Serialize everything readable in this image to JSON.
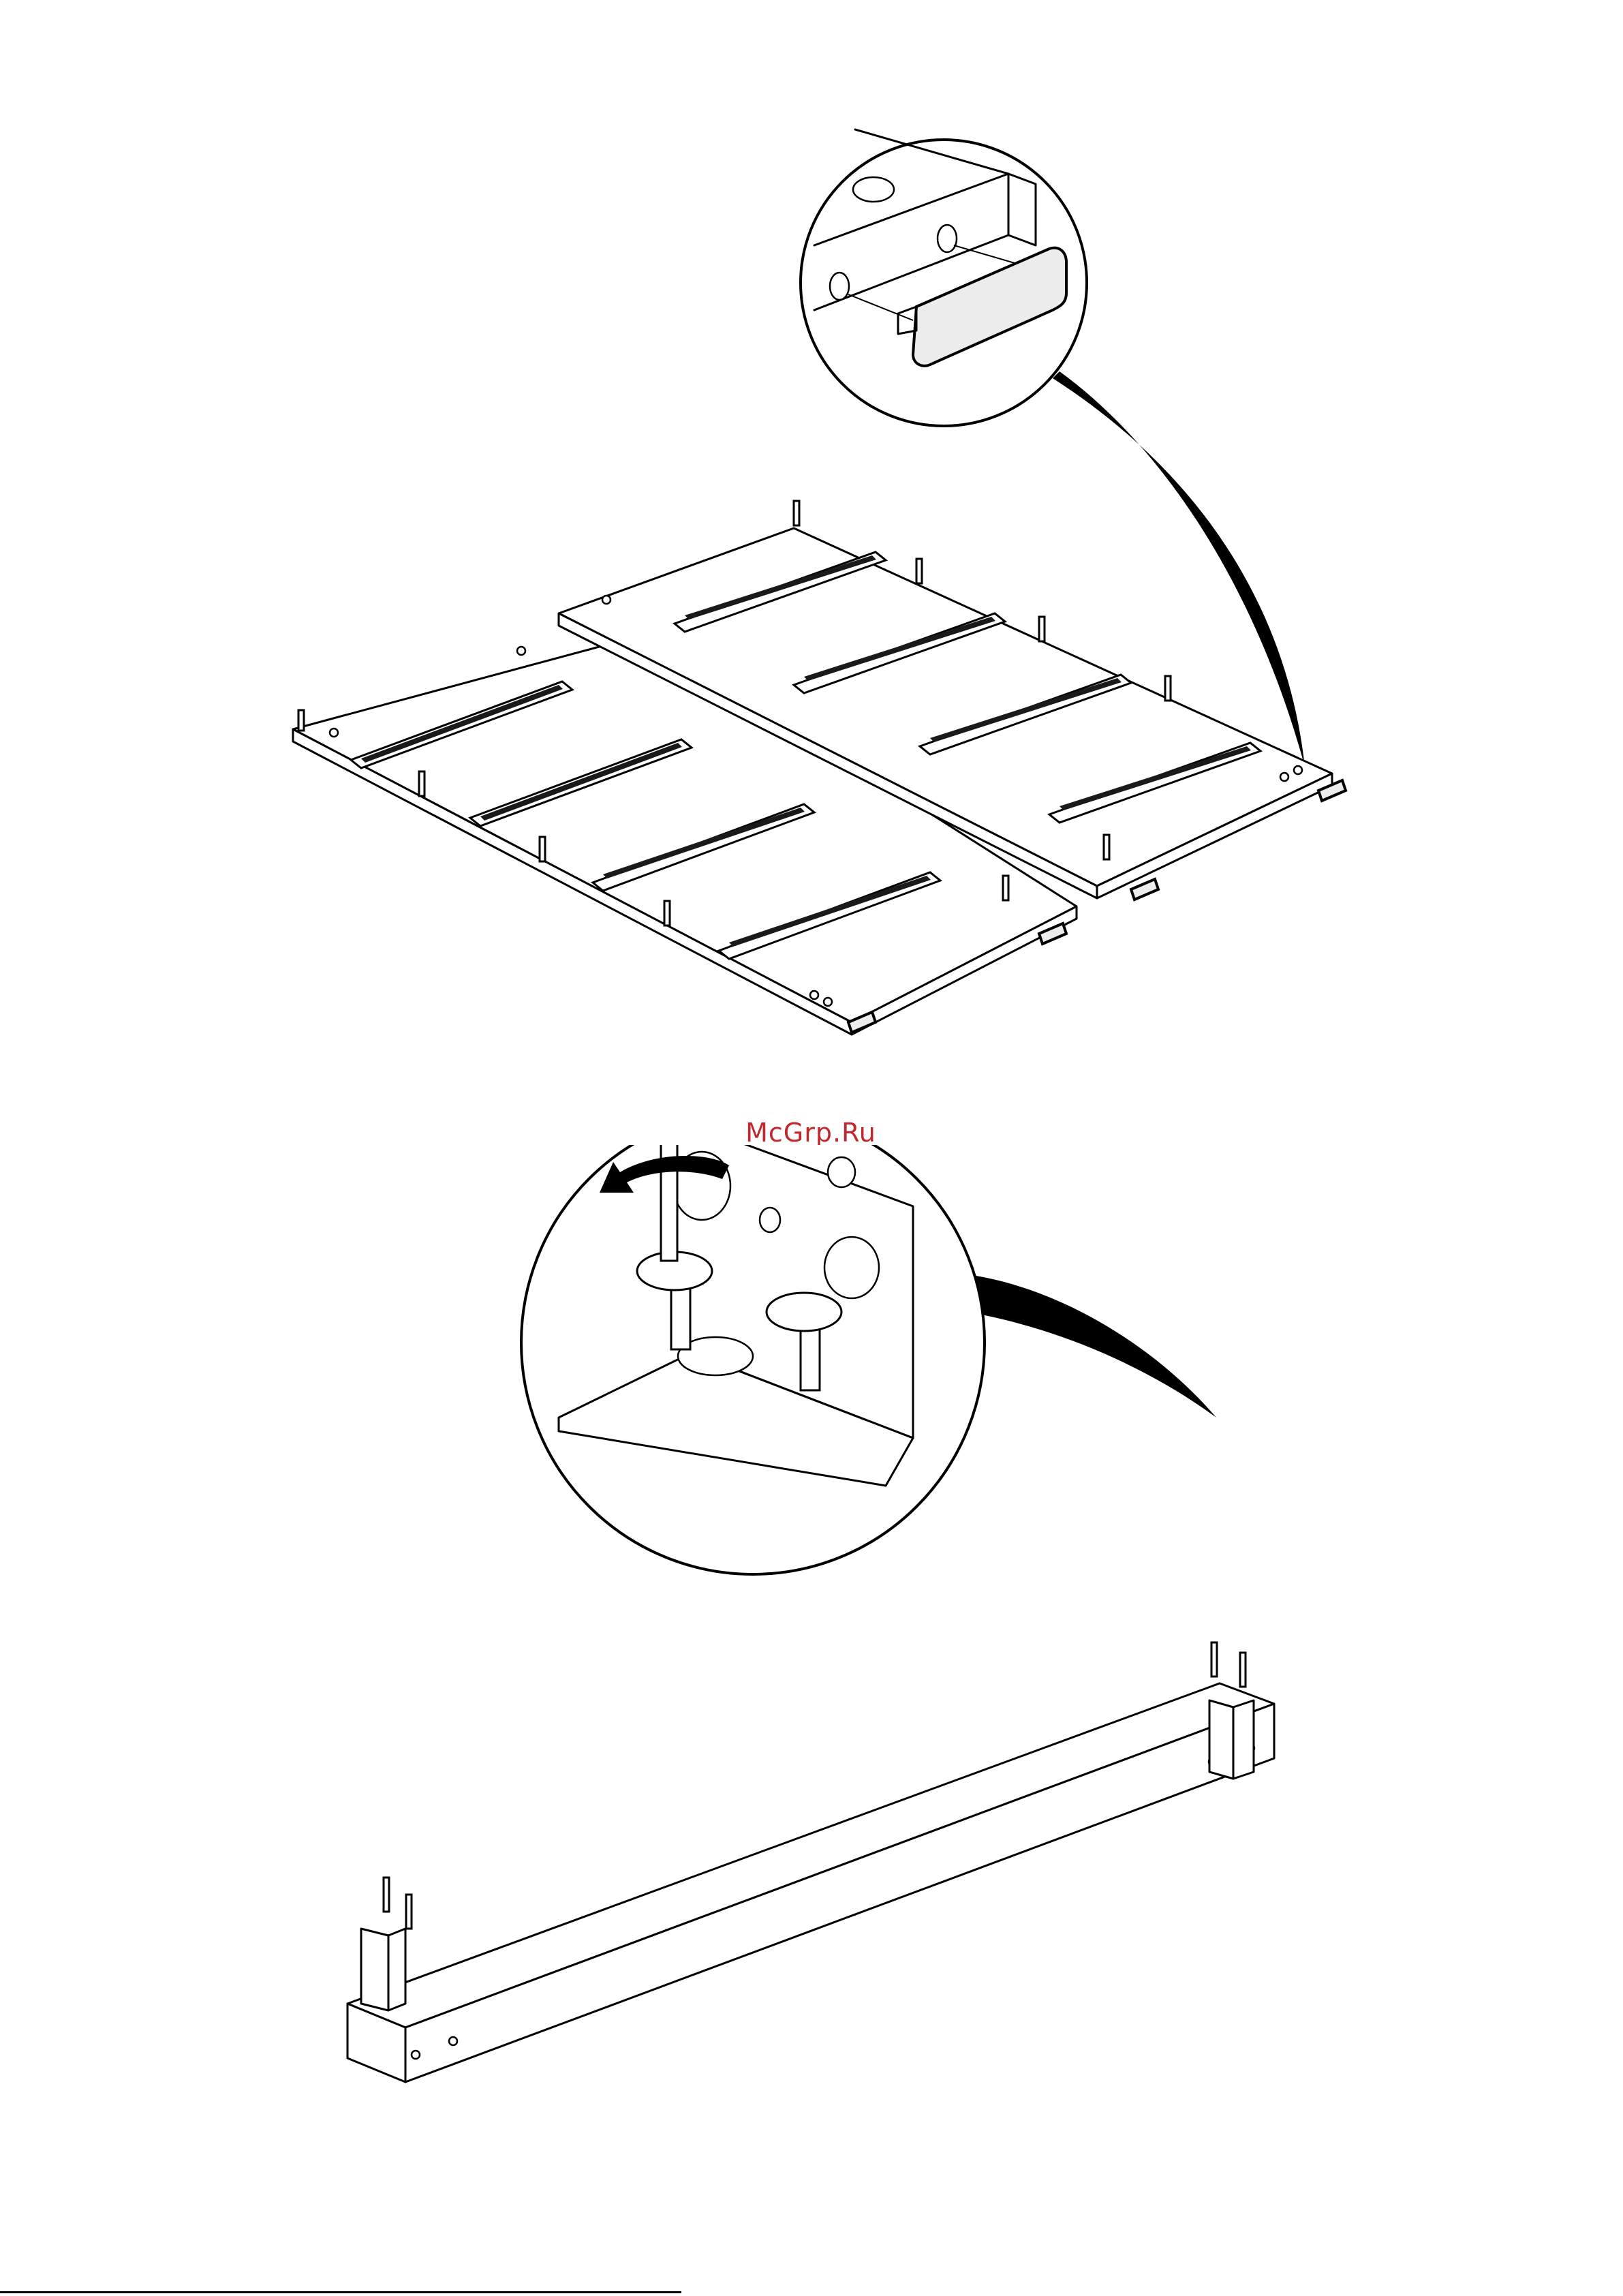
{
  "document": {
    "watermark": "McGrp.Ru"
  },
  "illustrations": [
    {
      "step": "shelf-panels-with-rails-and-dowels",
      "icon": "detail-magnifier-icon"
    },
    {
      "step": "base-rail-with-angle-brackets-and-screws",
      "icon": "screwdriver-rotate-icon"
    }
  ]
}
